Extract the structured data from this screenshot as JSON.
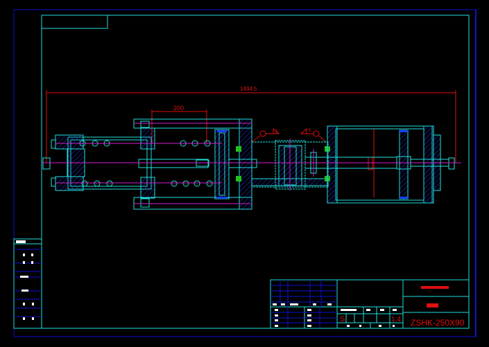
{
  "drawing": {
    "overall_length_dim": "1494.5",
    "stroke_dim": "200",
    "weld_symbol_left": "5",
    "weld_symbol_right": "5"
  },
  "title_block": {
    "material_mark": "S",
    "scale": "1:4",
    "drawing_number": "ZSHK-250X90"
  },
  "colors": {
    "border": "#1010d0",
    "frame": "#22e0e0",
    "centerline": "#d020d0",
    "dimension": "#e01010"
  }
}
